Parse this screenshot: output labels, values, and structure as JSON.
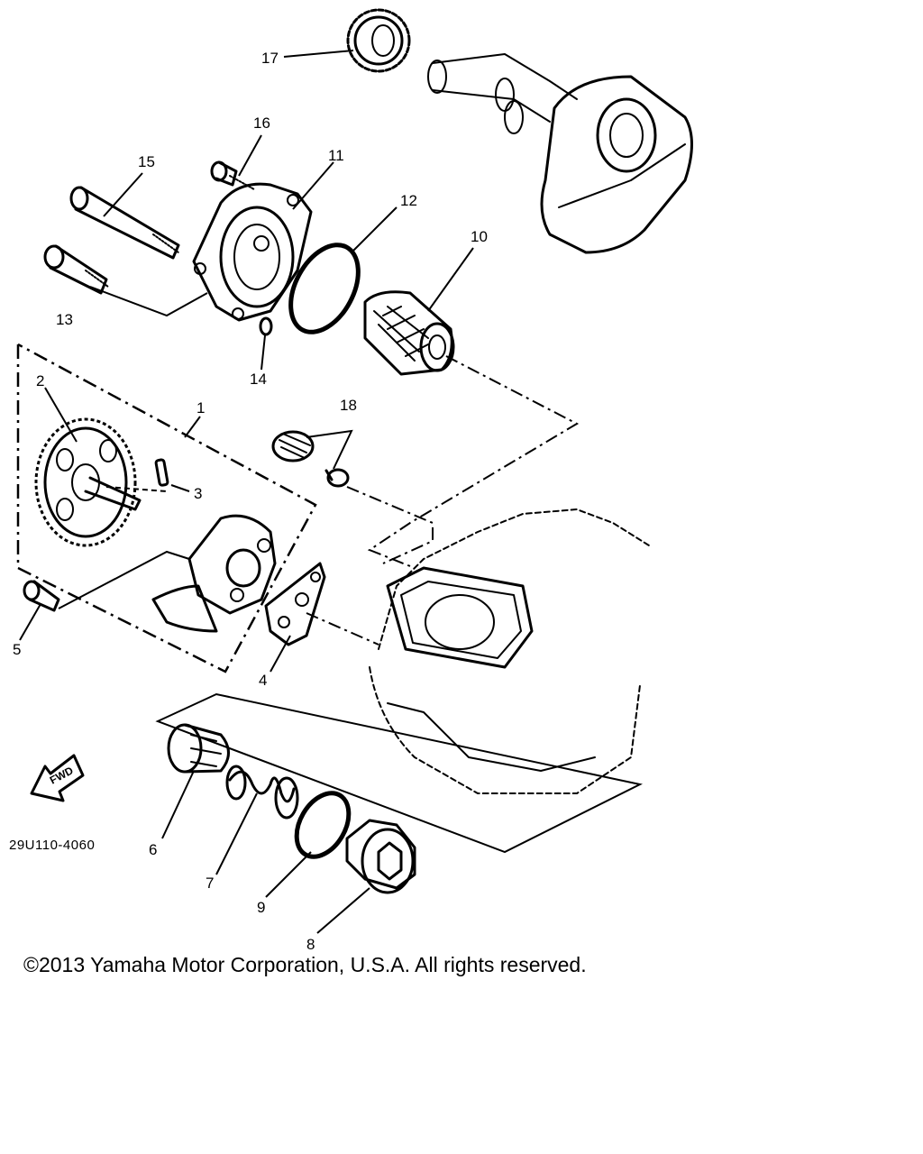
{
  "diagram": {
    "callouts": [
      "1",
      "2",
      "3",
      "4",
      "5",
      "6",
      "7",
      "8",
      "9",
      "10",
      "11",
      "12",
      "13",
      "14",
      "15",
      "16",
      "17",
      "18"
    ],
    "direction_label": "FWD",
    "drawing_code": "29U110-4060"
  },
  "footer": {
    "copyright": "©2013 Yamaha Motor Corporation, U.S.A. All rights reserved."
  }
}
